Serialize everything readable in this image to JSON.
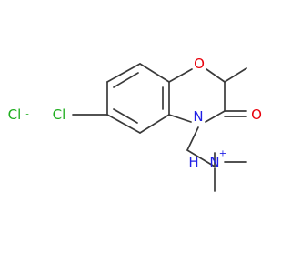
{
  "molecule": {
    "atoms": {
      "O": {
        "symbol": "O",
        "color": "#e8000b"
      },
      "O2": {
        "symbol": "O",
        "color": "#e8000b"
      },
      "N": {
        "symbol": "N",
        "color": "#1f1fe6"
      },
      "N_plus": {
        "symbol": "N",
        "charge": "+",
        "color": "#1f1fe6"
      },
      "H_on_N": {
        "symbol": "H",
        "color": "#1f1fe6"
      },
      "Cl": {
        "symbol": "Cl",
        "color": "#1fae1f"
      },
      "Cl_ion": {
        "symbol": "Cl",
        "charge": "-",
        "color": "#1fae1f"
      }
    },
    "bond_color": "#3a3a3a"
  }
}
